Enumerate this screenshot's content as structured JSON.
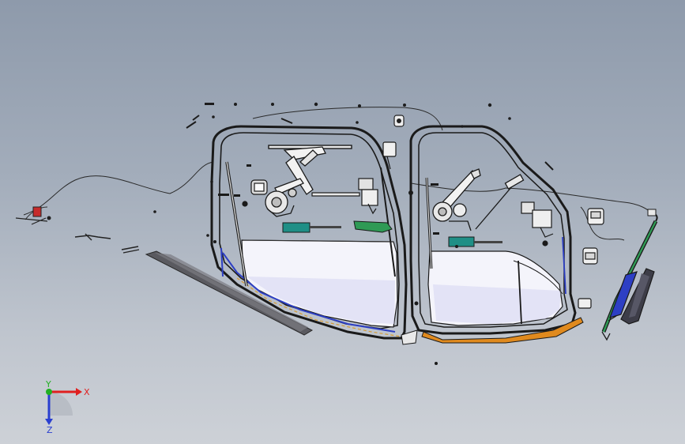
{
  "viewport": {
    "background_top": "#8e9aab",
    "background_bottom": "#cdd1d7"
  },
  "colors": {
    "frame_outline": "#1a1a1a",
    "glass_fill": "#f4f4fb",
    "glass_shade": "#d6d6f2",
    "seal_gray": "#6a6a6a",
    "rear_trim": "#e08a1e",
    "green_part": "#2f9a55",
    "teal_part": "#1f8f86",
    "blue_part": "#2d3fc4",
    "red_part": "#c62b2b"
  },
  "triad": {
    "x_label": "X",
    "y_label": "Y",
    "z_label": "Z",
    "x_color": "#e02020",
    "y_color": "#22b022",
    "z_color": "#2a3fd0"
  }
}
